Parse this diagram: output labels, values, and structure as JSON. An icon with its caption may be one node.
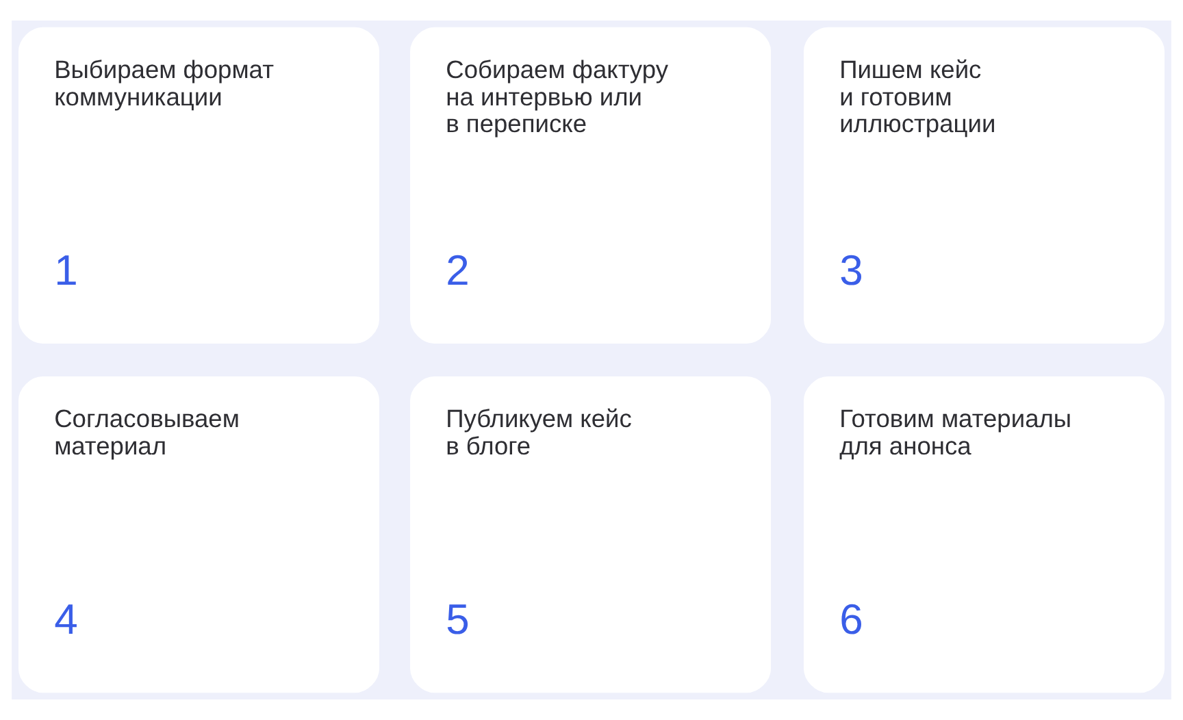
{
  "diagram": {
    "nodes": [
      {
        "text": [
          "Выбираем формат коммуникации",
          "1"
        ]
      },
      {
        "text": [
          "Собираем фактуру на интервью или в переписке",
          "2"
        ]
      },
      {
        "text": [
          "Пишем кейс и готовим иллюстрации",
          "3"
        ]
      },
      {
        "text": [
          "Согласовываем материал",
          "4"
        ]
      },
      {
        "text": [
          "Публикуем кейс в блоге",
          "5"
        ]
      },
      {
        "text": [
          "Готовим материалы для анонса",
          "6"
        ]
      }
    ],
    "edges": []
  }
}
